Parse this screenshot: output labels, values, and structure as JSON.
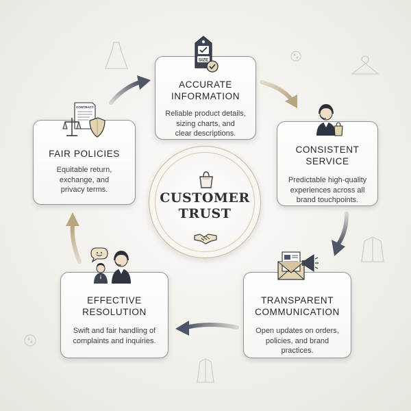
{
  "center": {
    "title_line1": "CUSTOMER",
    "title_line2": "TRUST",
    "icons": [
      "shopping-bag-icon",
      "handshake-icon"
    ]
  },
  "cards": {
    "accurate": {
      "title_line1": "ACCURATE",
      "title_line2": "INFORMATION",
      "desc_line1": "Reliable product details,",
      "desc_line2": "sizing charts, and",
      "desc_line3": "clear descriptions.",
      "icon": "size-tag-icon",
      "tag_text": "SIZE"
    },
    "consistent": {
      "title_line1": "CONSISTENT",
      "title_line2": "SERVICE",
      "desc_line1": "Predictable high-quality",
      "desc_line2": "experiences across all",
      "desc_line3": "brand touchpoints.",
      "icon": "agent-with-bag-icon"
    },
    "transparent": {
      "title_line1": "TRANSPARENT",
      "title_line2": "COMMUNICATION",
      "desc_line1": "Open updates on orders,",
      "desc_line2": "policies, and brand",
      "desc_line3": "practices.",
      "icon": "envelope-megaphone-icon"
    },
    "effective": {
      "title_line1": "EFFECTIVE",
      "title_line2": "RESOLUTION",
      "desc_line1": "Swift and fair handling of",
      "desc_line2": "complaints and inquiries.",
      "icon": "support-agents-icon"
    },
    "fair": {
      "title_line1": "FAIR POLICIES",
      "desc_line1": "Equitable return,",
      "desc_line2": "exchange, and",
      "desc_line3": "privacy terms.",
      "icon": "contract-scale-shield-icon",
      "doc_text": "CONTRACT"
    }
  },
  "arrows": [
    "fair-to-accurate",
    "accurate-to-consistent",
    "consistent-to-transparent",
    "transparent-to-effective",
    "effective-to-fair"
  ],
  "colors": {
    "arrow_dark": "#4e5566",
    "arrow_gold": "#b9a57e",
    "card_border": "#8f929a",
    "gold_ring": "#c9b78f"
  }
}
